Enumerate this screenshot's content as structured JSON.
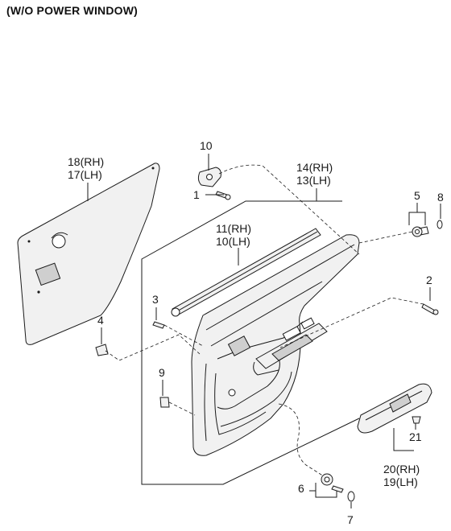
{
  "header": {
    "title": "(W/O POWER WINDOW)"
  },
  "callouts": {
    "c1": "1",
    "c2": "2",
    "c3": "3",
    "c4": "4",
    "c5": "5",
    "c6": "6",
    "c7": "7",
    "c8": "8",
    "c9": "9",
    "c10": "10",
    "c21": "21",
    "c18": "18(RH)",
    "c17": "17(LH)",
    "c14": "14(RH)",
    "c13": "13(LH)",
    "c11": "11(RH)",
    "c10b": "10(LH)",
    "c20": "20(RH)",
    "c19": "19(LH)"
  }
}
